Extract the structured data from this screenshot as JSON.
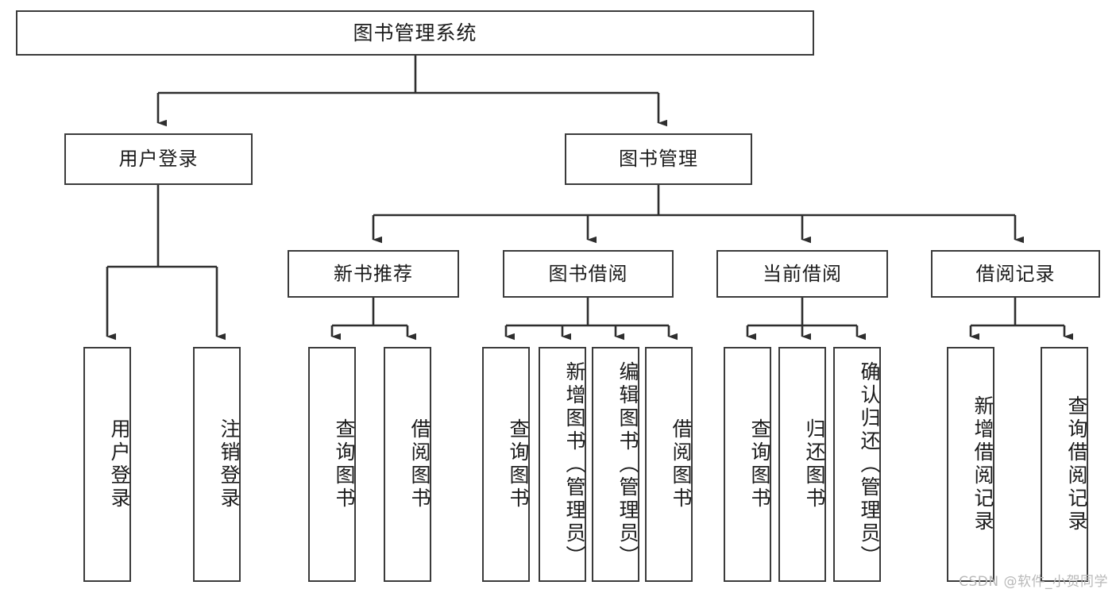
{
  "diagram": {
    "title": "图书管理系统",
    "type": "hierarchy-tree",
    "watermark": "CSDN @软件_小贺同学",
    "colors": {
      "stroke": "#3b3b3b",
      "box_fill": "#ffffff",
      "text": "#1b1b1b",
      "background": "#ffffff",
      "watermark": "#b9b9b9"
    },
    "root": {
      "id": "root",
      "label": "图书管理系统"
    },
    "level1": [
      {
        "id": "l1-0",
        "label": "用户登录"
      },
      {
        "id": "l1-1",
        "label": "图书管理"
      }
    ],
    "level2": [
      {
        "id": "l2-0",
        "label": "新书推荐",
        "parent": "l1-1"
      },
      {
        "id": "l2-1",
        "label": "图书借阅",
        "parent": "l1-1"
      },
      {
        "id": "l2-2",
        "label": "当前借阅",
        "parent": "l1-1"
      },
      {
        "id": "l2-3",
        "label": "借阅记录",
        "parent": "l1-1"
      }
    ],
    "leaves": [
      {
        "id": "lf-0",
        "label": "用户登录",
        "parent": "l1-0"
      },
      {
        "id": "lf-1",
        "label": "注销登录",
        "parent": "l1-0"
      },
      {
        "id": "lf-2",
        "label": "查询图书",
        "parent": "l2-0"
      },
      {
        "id": "lf-3",
        "label": "借阅图书",
        "parent": "l2-0"
      },
      {
        "id": "lf-4",
        "label": "查询图书",
        "parent": "l2-1"
      },
      {
        "id": "lf-5",
        "label": "新增图书（管理员）",
        "parent": "l2-1"
      },
      {
        "id": "lf-6",
        "label": "编辑图书（管理员）",
        "parent": "l2-1"
      },
      {
        "id": "lf-7",
        "label": "借阅图书",
        "parent": "l2-1"
      },
      {
        "id": "lf-8",
        "label": "查询图书",
        "parent": "l2-2"
      },
      {
        "id": "lf-9",
        "label": "归还图书",
        "parent": "l2-2"
      },
      {
        "id": "lf-10",
        "label": "确认归还（管理员）",
        "parent": "l2-2"
      },
      {
        "id": "lf-11",
        "label": "新增借阅记录",
        "parent": "l2-3"
      },
      {
        "id": "lf-12",
        "label": "查询借阅记录",
        "parent": "l2-3"
      }
    ]
  }
}
